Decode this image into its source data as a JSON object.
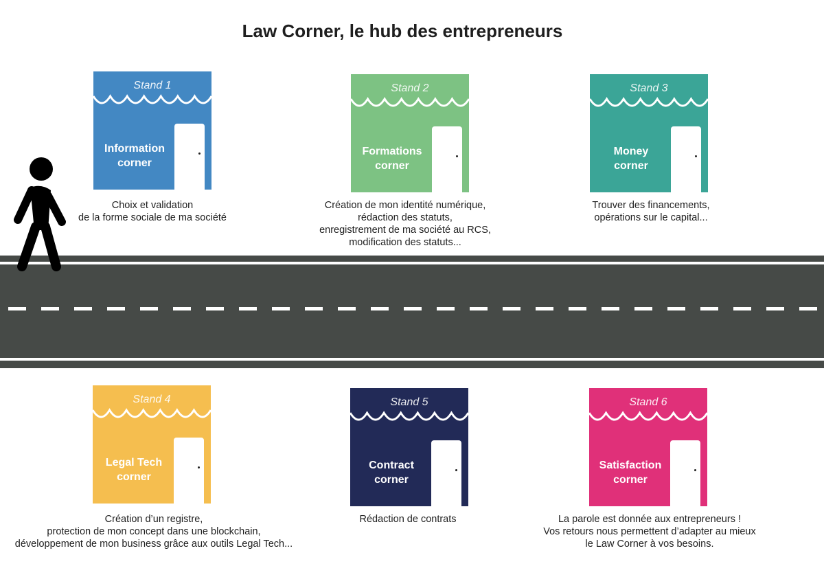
{
  "title": "Law Corner, le hub des entrepreneurs",
  "stands": [
    {
      "stand": "Stand 1",
      "corner_line1": "Information",
      "corner_line2": "corner",
      "color": "#4388c3",
      "description": [
        "Choix et validation",
        "de la forme sociale de ma société"
      ]
    },
    {
      "stand": "Stand 2",
      "corner_line1": "Formations",
      "corner_line2": "corner",
      "color": "#7dc283",
      "description": [
        "Création de mon identité numérique,",
        "rédaction des statuts,",
        "enregistrement de ma société au RCS,",
        "modification des statuts..."
      ]
    },
    {
      "stand": "Stand 3",
      "corner_line1": "Money",
      "corner_line2": "corner",
      "color": "#3ba597",
      "description": [
        "Trouver des financements,",
        "opérations sur le capital..."
      ]
    },
    {
      "stand": "Stand 4",
      "corner_line1": "Legal Tech",
      "corner_line2": "corner",
      "color": "#f5be4f",
      "description": [
        "Création d’un registre,",
        "protection de mon concept dans une blockchain,",
        "développement de mon business grâce aux outils Legal Tech..."
      ]
    },
    {
      "stand": "Stand 5",
      "corner_line1": "Contract",
      "corner_line2": "corner",
      "color": "#222a57",
      "description": [
        "Rédaction de contrats"
      ]
    },
    {
      "stand": "Stand 6",
      "corner_line1": "Satisfaction",
      "corner_line2": "corner",
      "color": "#e03079",
      "description": [
        "La parole est donnée aux entrepreneurs !",
        "Vos retours nous permettent d’adapter au mieux",
        "le Law Corner à vos besoins."
      ]
    }
  ],
  "icons": {
    "person": "walking-person-icon",
    "door": "door-icon"
  },
  "road_color": "#464a47"
}
